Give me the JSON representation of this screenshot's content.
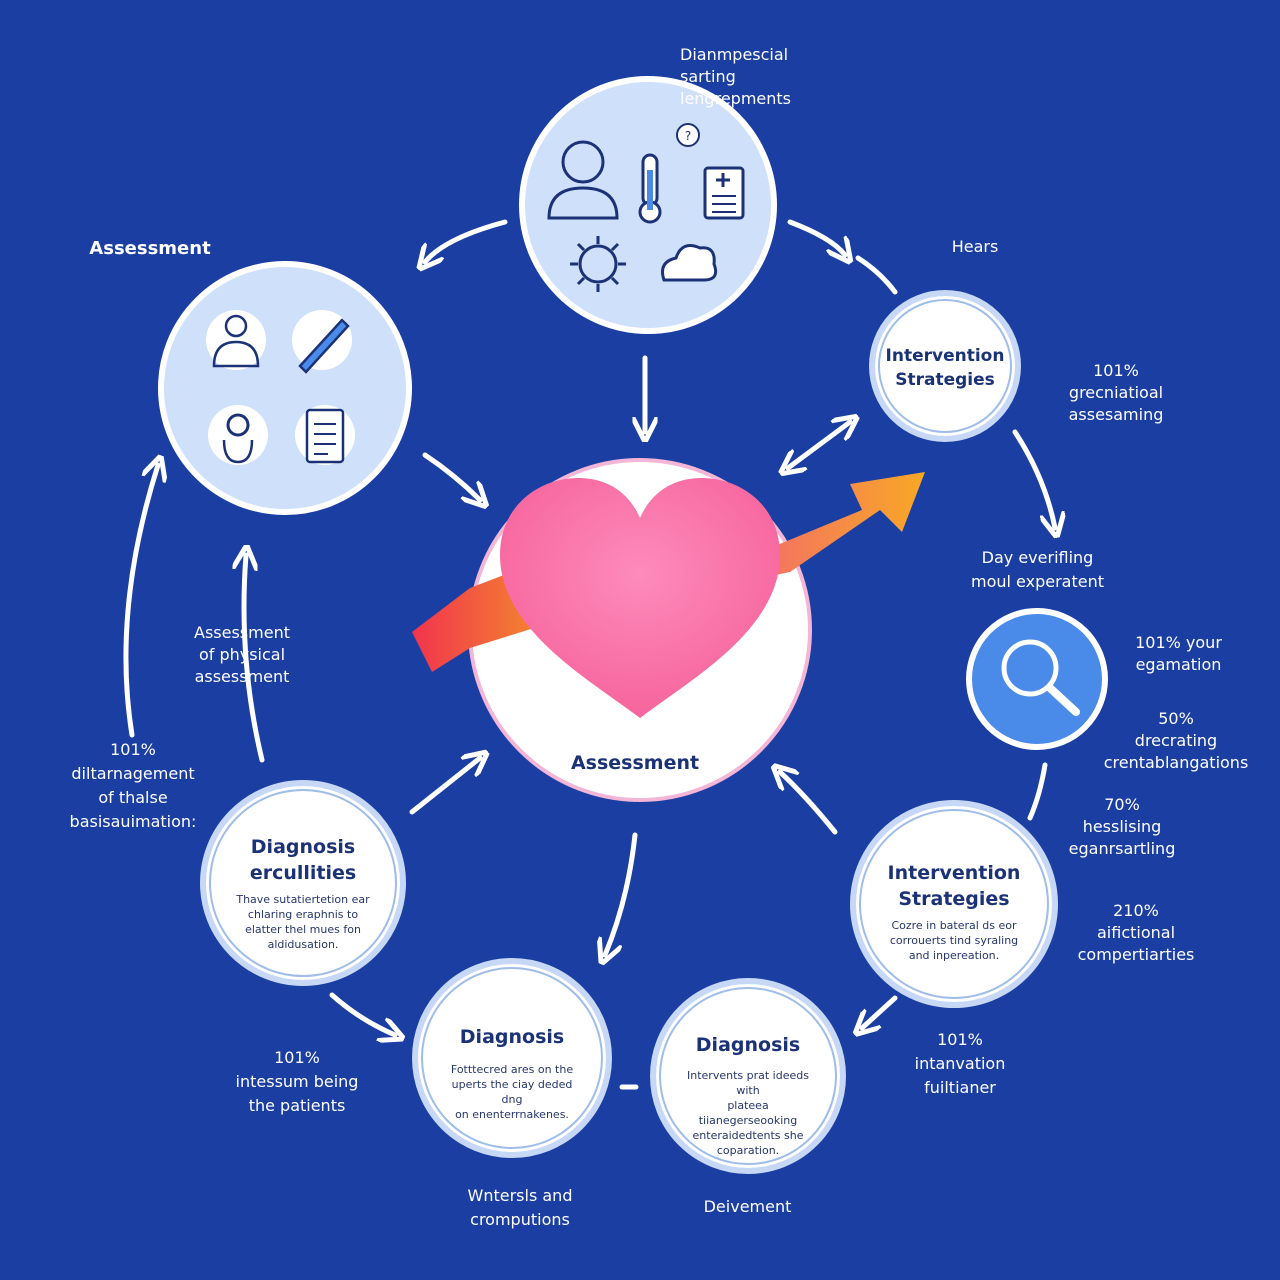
{
  "top_labels": {
    "top_center": "Dianmpescial\nsarting\n   lengrepments",
    "top_left": "Assessment",
    "top_right": "Hears"
  },
  "left_labels": {
    "mid_left": "Assessment\nof physical\nassessment",
    "far_left": "101%\ndiltarnagement\nof thalse\nbasisauimation:",
    "bottom_left": "101%\nintessum being\nthe patients"
  },
  "right_labels": {
    "r1": "101%\ngrecniatioal\nassesaming",
    "r2": "Day everifling\nmoul experatent",
    "r3": "101% your\negamation",
    "r4": "50%\ndrecrating\ncrentablangations",
    "r5": "70%\nhesslising\neganrsartling",
    "r6": "210%\naifictional\ncompertiarties",
    "r7": "101%\nintanvation\nfuiltianer"
  },
  "bottom_labels": {
    "b1": "Wntersls and\ncromputions",
    "b2": "Deivement"
  },
  "nodes": {
    "center": {
      "title": "Assessment"
    },
    "intervention_top": {
      "title": "Intervention\nStrategies"
    },
    "diagnosis_left": {
      "title": "Diagnosis\nercullities",
      "body": "Thave sutatiertetion ear\nchlaring eraphnis to\nelatter thel mues fon\naldidusation."
    },
    "diagnosis_bottom_left": {
      "title": "Diagnosis",
      "body": "Fotttecred ares on the\nuperts the ciay deded dng\non enenterrnakenes."
    },
    "diagnosis_bottom_right": {
      "title": "Diagnosis",
      "body": "Intervents prat ideeds with\nplateea tiianegerseooking\nenteraidedtents she\ncoparation."
    },
    "intervention_bottom": {
      "title": "Intervention\nStrategies",
      "body": "Cozre in bateral ds eor\ncorrouerts tind syraling\nand inpereation."
    }
  },
  "icons": [
    "user-icon",
    "thermometer-icon",
    "question-bubble-icon",
    "medical-document-icon",
    "sun-icon",
    "cloud-icon",
    "doctor-icon",
    "pen-icon",
    "stethoscope-icon",
    "clipboard-icon",
    "heart-icon",
    "magnifier-icon",
    "trend-arrow-icon"
  ],
  "colors": {
    "background": "#1b3ea3",
    "heart": "#fb6fa6",
    "node_pale": "#cfe0fb",
    "node_white": "#ffffff",
    "arrow_gradient_start": "#f1344d",
    "arrow_gradient_mid": "#f5a623",
    "magnifier_fill": "#4a8bea",
    "text_dark": "#1b3276"
  }
}
